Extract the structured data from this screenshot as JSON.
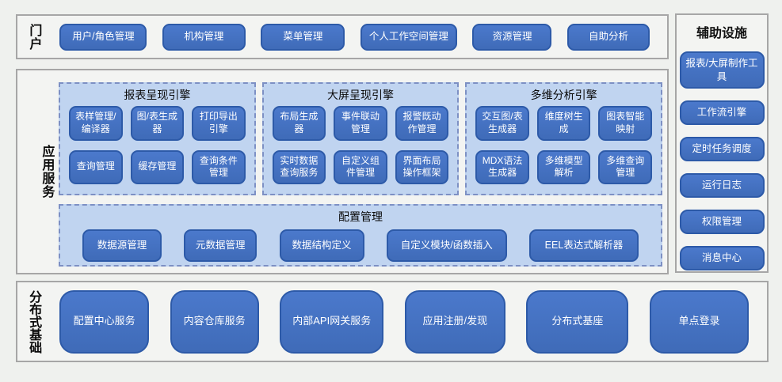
{
  "colors": {
    "button_blue": "#4472C4",
    "button_border": "#2D5AA8",
    "panel_fill": "#C0D4F0",
    "panel_dashed_border": "#7D90C4",
    "section_border": "#A6A6A6",
    "text_on_button": "#FFFFFF",
    "background": "#EFF1EE"
  },
  "portal": {
    "label": "门户",
    "items": [
      "用户/角色管理",
      "机构管理",
      "菜单管理",
      "个人工作空间管理",
      "资源管理",
      "自助分析"
    ]
  },
  "app_services": {
    "label": "应用服务",
    "engines": [
      {
        "title": "报表呈现引擎",
        "items": [
          "表样管理/编译器",
          "图/表生成器",
          "打印导出引擎",
          "查询管理",
          "缓存管理",
          "查询条件管理"
        ]
      },
      {
        "title": "大屏呈现引擎",
        "items": [
          "布局生成器",
          "事件联动管理",
          "报警既动作管理",
          "实时数据查询服务",
          "自定义组件管理",
          "界面布局操作框架"
        ]
      },
      {
        "title": "多维分析引擎",
        "items": [
          "交互图/表生成器",
          "维度树生成",
          "图表智能映射",
          "MDX语法生成器",
          "多维模型解析",
          "多维查询管理"
        ]
      }
    ],
    "config": {
      "title": "配置管理",
      "items": [
        "数据源管理",
        "元数据管理",
        "数据结构定义",
        "自定义模块/函数插入",
        "EEL表达式解析器"
      ]
    }
  },
  "auxiliary": {
    "label": "辅助设施",
    "items": [
      "报表/大屏制作工具",
      "工作流引擎",
      "定时任务调度",
      "运行日志",
      "权限管理",
      "消息中心"
    ]
  },
  "distributed": {
    "label": "分布式基础",
    "items": [
      "配置中心服务",
      "内容仓库服务",
      "内部API网关服务",
      "应用注册/发现",
      "分布式基座",
      "单点登录"
    ]
  }
}
